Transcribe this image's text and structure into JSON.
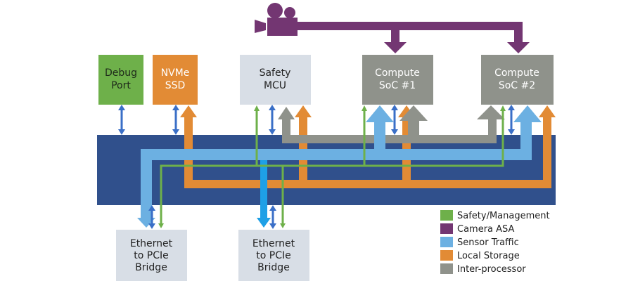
{
  "title": "Automotive PCIe Switch Data Flow Diagram",
  "colors": {
    "switch": "#30508c",
    "safety": "#6eb04a",
    "camera": "#733672",
    "sensor": "#6cb0e2",
    "sensor_dark": "#1ea0e6",
    "storage": "#e28b35",
    "interproc": "#8f928b",
    "control": "#3a6fc7",
    "box_light": "#d8dee6",
    "box_gray": "#8f928b"
  },
  "nodes": {
    "debug_port": {
      "line1": "Debug",
      "line2": "Port"
    },
    "nvme_ssd": {
      "line1": "NVMe",
      "line2": "SSD"
    },
    "safety_mcu": {
      "line1": "Safety",
      "line2": "MCU"
    },
    "soc1": {
      "line1": "Compute",
      "line2": "SoC #1"
    },
    "soc2": {
      "line1": "Compute",
      "line2": "SoC #2"
    },
    "bridge1": {
      "line1": "Ethernet",
      "line2": "to PCIe",
      "line3": "Bridge"
    },
    "bridge2": {
      "line1": "Ethernet",
      "line2": "to PCIe",
      "line3": "Bridge"
    }
  },
  "camera_icon": "video-camera-icon",
  "legend": [
    {
      "label": "Safety/Management",
      "color": "#6eb04a"
    },
    {
      "label": "Camera ASA",
      "color": "#733672"
    },
    {
      "label": "Sensor Traffic",
      "color": "#6cb0e2"
    },
    {
      "label": "Local Storage",
      "color": "#e28b35"
    },
    {
      "label": "Inter-processor",
      "color": "#8f928b"
    }
  ]
}
